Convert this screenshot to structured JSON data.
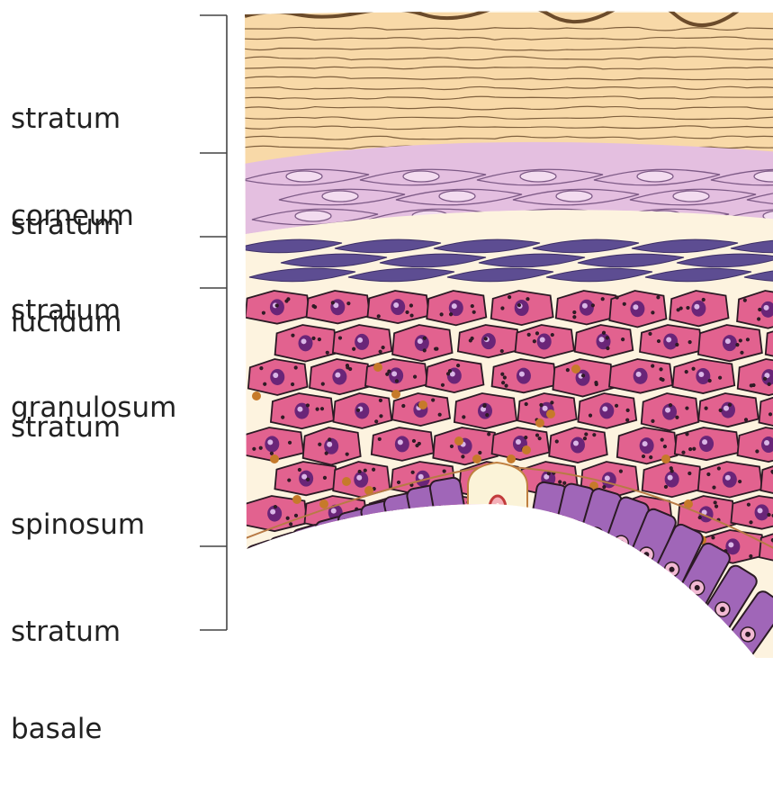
{
  "layers": [
    {
      "id": "corneum",
      "label_line1": "stratum",
      "label_line2": "corneum"
    },
    {
      "id": "lucidum",
      "label_line1": "stratum",
      "label_line2": "lucidum"
    },
    {
      "id": "granulosum",
      "label_line1": "stratum",
      "label_line2": "granulosum"
    },
    {
      "id": "spinosum",
      "label_line1": "stratum",
      "label_line2": "spinosum"
    },
    {
      "id": "basale",
      "label_line1": "stratum",
      "label_line2": "basale"
    }
  ],
  "colors": {
    "corneum_fill": "#f8d9a8",
    "corneum_edge": "#6b4b2b",
    "lucidum_fill": "#e4bfe0",
    "granulosum_fill": "#5d4d92",
    "spinosum_fill": "#e2628f",
    "basale_fill": "#a066b8",
    "nucleus": "#6a2578",
    "melanin": "#c67a2a",
    "intercellular": "#fdf3df",
    "bracket": "#444444"
  }
}
